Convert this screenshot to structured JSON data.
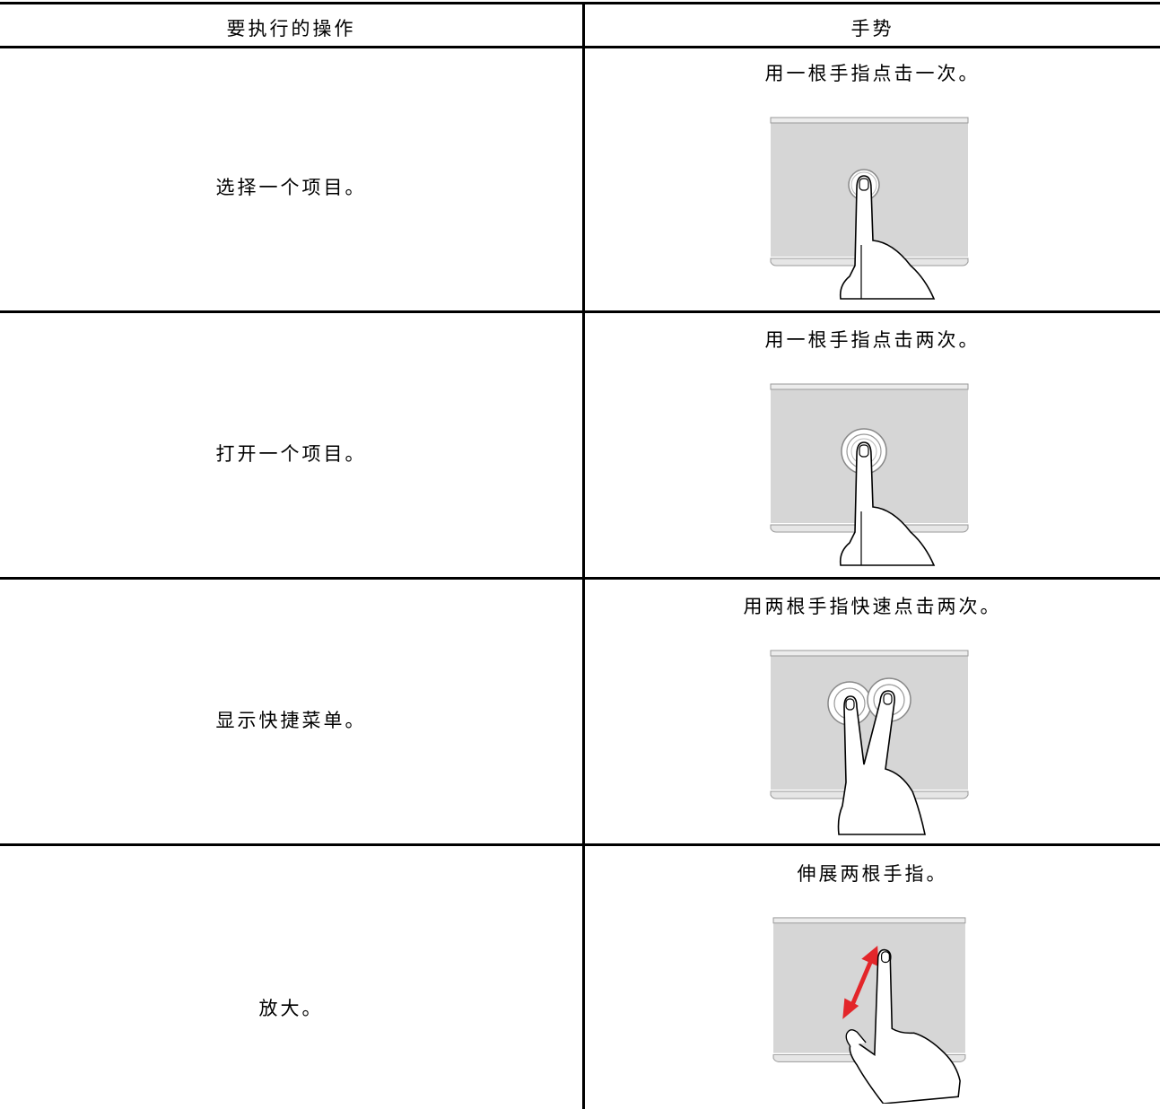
{
  "table": {
    "header": {
      "action": "要执行的操作",
      "gesture": "手势"
    },
    "rows": [
      {
        "action": "选择一个项目。",
        "gesture": "用一根手指点击一次。",
        "illustration": "one-finger-single-tap"
      },
      {
        "action": "打开一个项目。",
        "gesture": "用一根手指点击两次。",
        "illustration": "one-finger-double-tap"
      },
      {
        "action": "显示快捷菜单。",
        "gesture": "用两根手指快速点击两次。",
        "illustration": "two-finger-double-tap"
      },
      {
        "action": "放大。",
        "gesture": "伸展两根手指。",
        "illustration": "two-finger-spread"
      }
    ]
  },
  "colors": {
    "touchpad": "#d6d6d6",
    "arrow": "#e3262a"
  }
}
